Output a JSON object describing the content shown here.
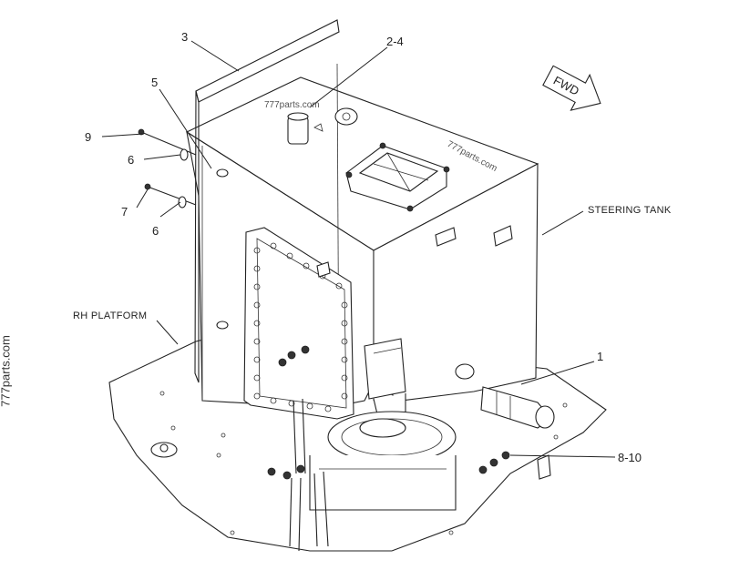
{
  "labels": {
    "tank_cover": "3",
    "vent_cap": "2-4",
    "bolt_upper": "5",
    "bolt_9": "9",
    "washer_a": "6",
    "bolt_7": "7",
    "washer_b": "6",
    "hose_fitting": "1",
    "mount_bolts": "8-10",
    "steering_tank": "STEERING TANK",
    "rh_platform": "RH PLATFORM",
    "fwd_arrow": "FWD"
  },
  "watermarks": {
    "top": "777parts.com",
    "tank_face": "777parts.com",
    "side": "777parts.com"
  },
  "icons": {
    "direction": "fwd-arrow-icon"
  }
}
